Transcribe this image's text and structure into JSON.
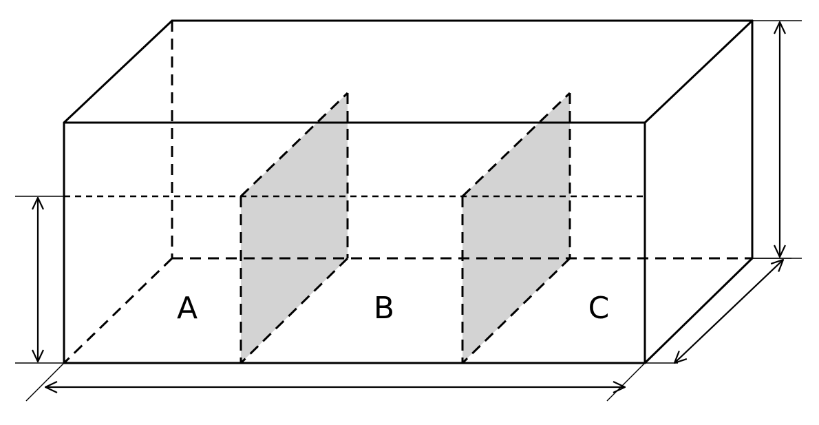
{
  "diagram": {
    "compartments": [
      {
        "label": "A"
      },
      {
        "label": "B"
      },
      {
        "label": "C"
      }
    ],
    "colors": {
      "partition_fill": "#d3d3d3",
      "line": "#000000",
      "background": "#ffffff"
    }
  }
}
